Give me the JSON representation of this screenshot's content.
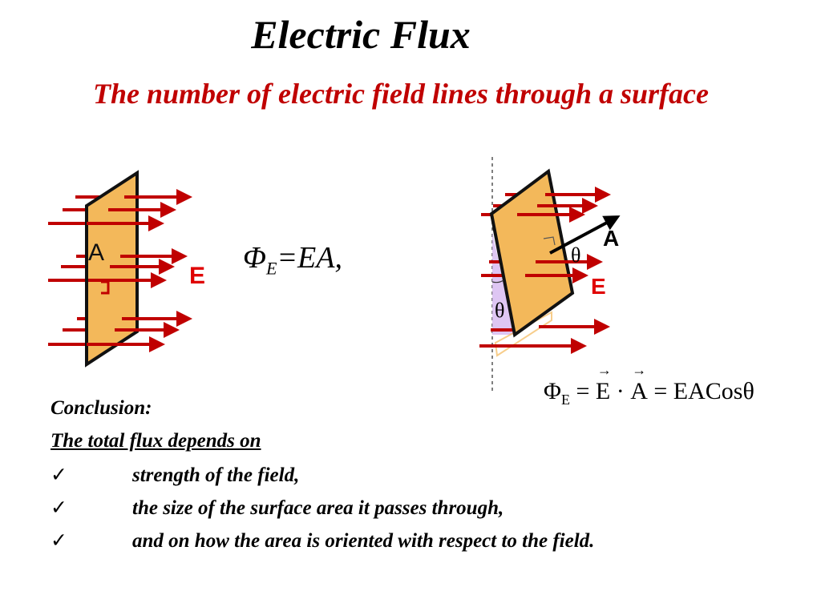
{
  "title": "Electric Flux",
  "subtitle": "The number of electric field lines through a surface",
  "colors": {
    "field_line": "#c00000",
    "surface_fill": "#f3b85a",
    "surface_edge": "#111111",
    "field_label": "#e00000",
    "shadow_fill": "#d6b8f0"
  },
  "left_diagram": {
    "area_label": "A",
    "field_label": "E"
  },
  "right_diagram": {
    "area_vector_label": "A",
    "field_label": "E",
    "angle_label_top": "θ",
    "angle_label_side": "θ"
  },
  "formula_simple": {
    "phi": "Φ",
    "sub": "E",
    "rhs": "=EA,"
  },
  "formula_full": {
    "phi": "Φ",
    "sub": "E",
    "eq1": " = ",
    "E": "E",
    "dot": " · ",
    "A": "A",
    "rest": " = EACosθ"
  },
  "conclusion": {
    "heading": "Conclusion:",
    "depends": "The total flux depends on",
    "check_mark": "✓",
    "items": [
      "strength of the field,",
      "the size of the surface area it passes through,",
      "and on how the area is oriented with respect to the field."
    ]
  }
}
